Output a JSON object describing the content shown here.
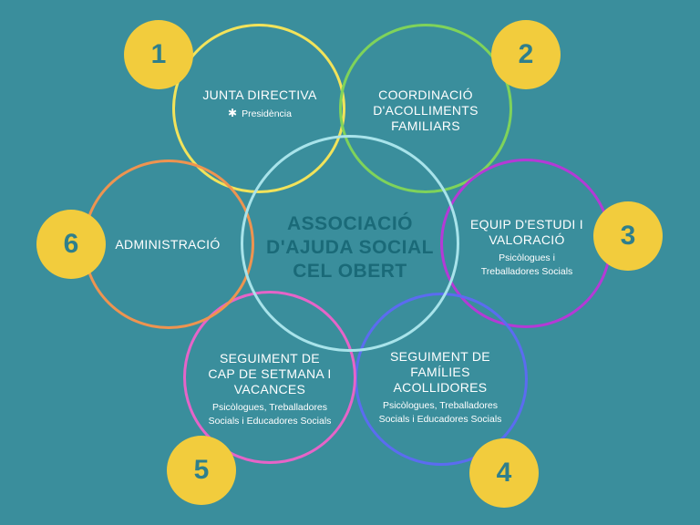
{
  "center": {
    "line1": "ASSOCIACIÓ",
    "line2": "D'AJUDA SOCIAL",
    "line3": "CEL OBERT",
    "color": "#1a6a78"
  },
  "colors": {
    "background": "#3a8e9c",
    "badge": "#f2cc3d",
    "center_ring": "#a8e3ea"
  },
  "nodes": [
    {
      "number": "1",
      "title_lines": [
        "JUNTA DIRECTIVA"
      ],
      "bullet_icon": "asterisk-icon",
      "sub_lines": [
        "Presidència"
      ],
      "ring_color": "#f2e35a"
    },
    {
      "number": "2",
      "title_lines": [
        "COORDINACIÓ",
        "D'ACOLLIMENTS",
        "FAMILIARS"
      ],
      "sub_lines": [],
      "ring_color": "#7fd35a"
    },
    {
      "number": "3",
      "title_lines": [
        "EQUIP D'ESTUDI I",
        "VALORACIÓ"
      ],
      "sub_lines": [
        "Psicòlogues i",
        "Treballadores Socials"
      ],
      "ring_color": "#b43ad6"
    },
    {
      "number": "4",
      "title_lines": [
        "SEGUIMENT DE",
        "FAMÍLIES",
        "ACOLLIDORES"
      ],
      "sub_lines": [
        "Psicòlogues, Treballadores",
        "Socials i Educadores Socials"
      ],
      "ring_color": "#5b6cf0"
    },
    {
      "number": "5",
      "title_lines": [
        "SEGUIMENT DE",
        "CAP DE SETMANA I",
        "VACANCES"
      ],
      "sub_lines": [
        "Psicòlogues, Treballadores",
        "Socials i Educadores Socials"
      ],
      "ring_color": "#e664c8"
    },
    {
      "number": "6",
      "title_lines": [
        "ADMINISTRACIÓ"
      ],
      "sub_lines": [],
      "ring_color": "#ee9450"
    }
  ]
}
